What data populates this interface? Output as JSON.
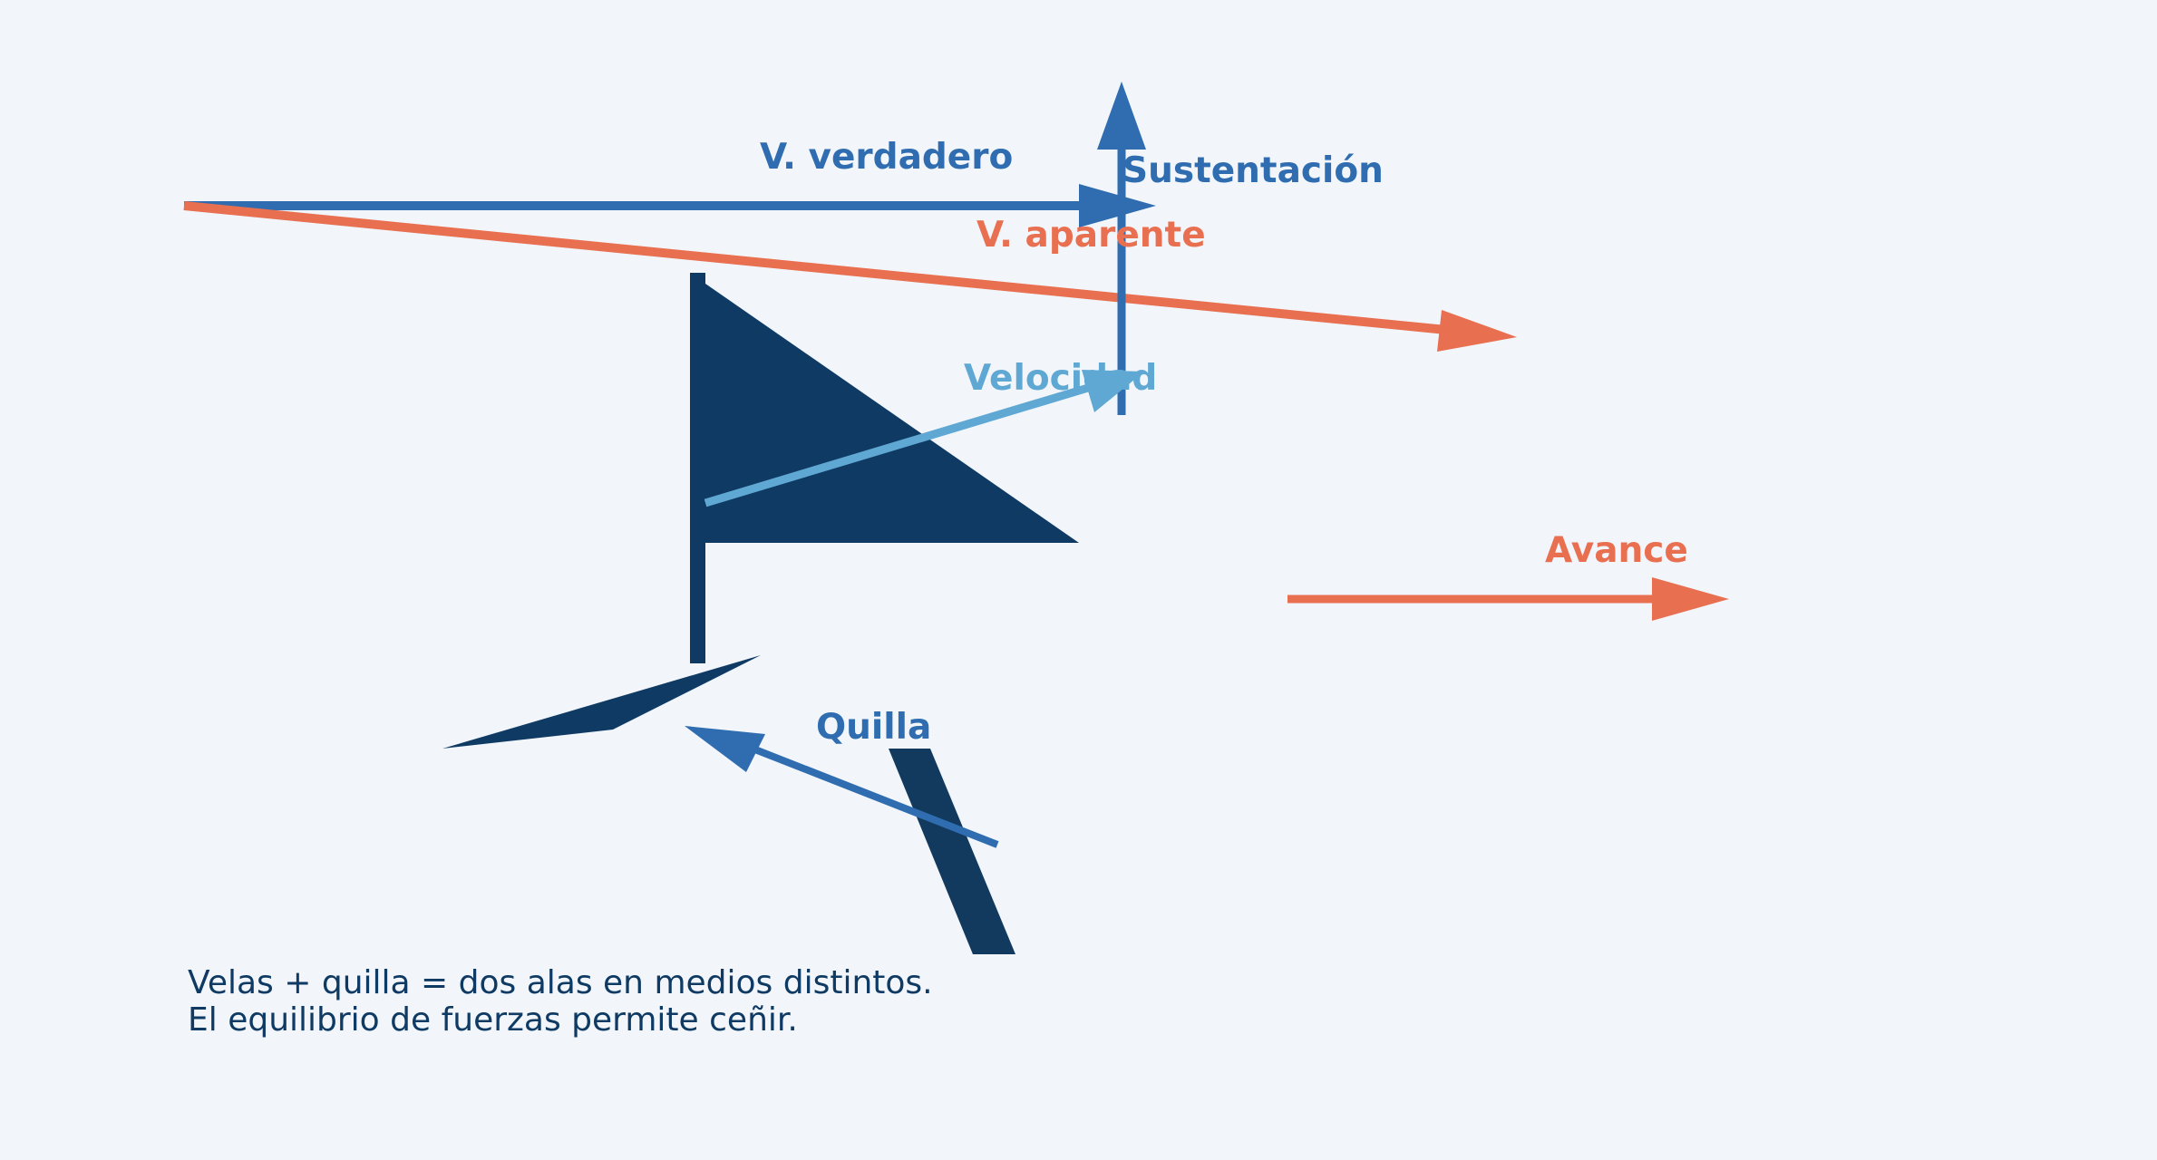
{
  "colors": {
    "background": "#f2f6fb",
    "navy": "#0f3a63",
    "blue": "#2f6db0",
    "light_blue": "#5fa8d3",
    "orange": "#e87051"
  },
  "labels": {
    "true_wind": "V. verdadero",
    "apparent_wind": "V. aparente",
    "lift": "Sustentación",
    "velocity": "Velocidad",
    "forward": "Avance",
    "keel": "Quilla"
  },
  "caption": {
    "line1": "Velas + quilla = dos alas en medios distintos.",
    "line2": "El equilibrio de fuerzas permite ceñir."
  }
}
